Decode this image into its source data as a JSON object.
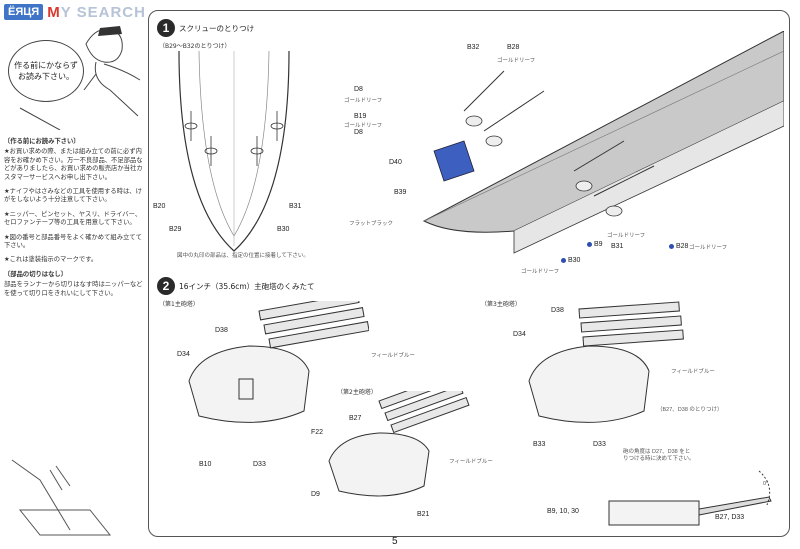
{
  "watermark": {
    "box_text": "ЁЯЦЯ",
    "text_red": "M",
    "text_rest": "Y SEARCH"
  },
  "left": {
    "bubble": "作る前にかならず\nお読み下さい。",
    "notes": [
      {
        "head": "〔作る前にお読み下さい〕",
        "body": "★お買い求めの際、または組み立ての前に必ず内容をお確かめ下さい。万一不良部品、不足部品などがありましたら、お買い求めの販売店か当社カスタマーサービスへお申し出下さい。"
      },
      {
        "head": "",
        "body": "★ナイフやはさみなどの工具を使用する時は、けがをしないよう十分注意して下さい。"
      },
      {
        "head": "",
        "body": "★ニッパー、ピンセット、ヤスリ、ドライバー、セロファンテープ等の工具を用意して下さい。"
      },
      {
        "head": "",
        "body": "★図の番号と部品番号をよく確かめて組み立てて下さい。"
      },
      {
        "head": "",
        "body": "★これは塗装指示のマークです。"
      },
      {
        "head": "〔部品の切りはなし〕",
        "body": "部品をランナーから切りはなす時はニッパーなどを使って切り口をきれいにして下さい。"
      }
    ]
  },
  "step1": {
    "num": "1",
    "title": "スクリューのとりつけ",
    "sub": "（B29〜B32のとりつけ）",
    "labels": [
      "B32",
      "B28",
      "D8",
      "B19",
      "D8",
      "D40",
      "B39",
      "B20",
      "B29",
      "B30",
      "B31",
      "B9",
      "B31",
      "B30",
      "B28"
    ],
    "paint": [
      "ゴールドリーフ",
      "ゴールドリーフ",
      "ゴールドリーフ",
      "フラットブラック",
      "ゴールドリーフ",
      "ゴールドリーフ",
      "ゴールドリーフ"
    ],
    "note": "図中の丸印の部品は、指定の位置に接着して下さい。"
  },
  "step2": {
    "num": "2",
    "title": "16インチ（35.6cm）主砲塔のくみたて",
    "sub1": "（第1主砲塔）",
    "sub2": "（第2主砲塔）",
    "sub3": "（第3主砲塔）",
    "labels": [
      "D38",
      "D34",
      "B10",
      "D33",
      "D38",
      "D34",
      "B33",
      "D33",
      "B27",
      "F22",
      "D9",
      "B21"
    ],
    "paint": [
      "フィールドブルー",
      "フィールドブルー",
      "フィールドブルー"
    ],
    "detail_title": "（B27、D38 のとりつけ）",
    "detail_note": "砲の角度は D27、D38 をとりつける時に決めて下さい。",
    "angle": "0°",
    "detail_labels": [
      "B9, 10, 30",
      "B27, D33"
    ]
  },
  "page_number": "5"
}
